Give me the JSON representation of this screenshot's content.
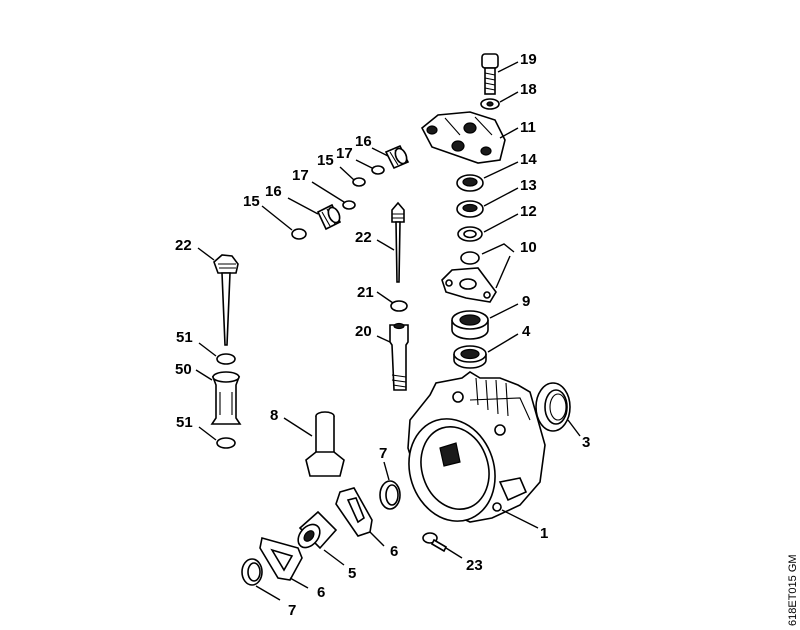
{
  "labels": {
    "p19": "19",
    "p18": "18",
    "p11": "11",
    "p14": "14",
    "p13": "13",
    "p12": "12",
    "p10": "10",
    "p9": "9",
    "p4": "4",
    "p3": "3",
    "p1": "1",
    "p23": "23",
    "p16a": "16",
    "p17a": "17",
    "p15a": "15",
    "p17b": "17",
    "p16b": "16",
    "p15b": "15",
    "p22a": "22",
    "p22b": "22",
    "p21": "21",
    "p20": "20",
    "p51a": "51",
    "p50": "50",
    "p51b": "51",
    "p8": "8",
    "p7a": "7",
    "p6a": "6",
    "p5": "5",
    "p6b": "6",
    "p7b": "7"
  },
  "figure_code": "618ET015 GM"
}
